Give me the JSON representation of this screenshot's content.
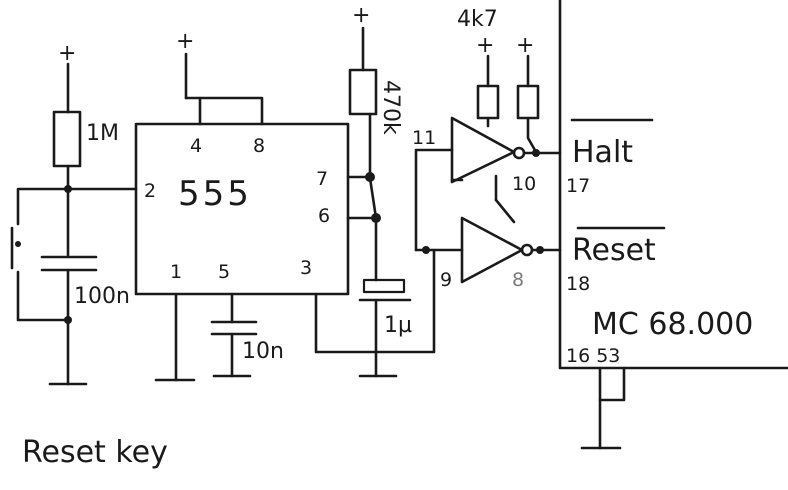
{
  "ic555": {
    "name": "555",
    "pins": {
      "p1": "1",
      "p2": "2",
      "p3": "3",
      "p4": "4",
      "p5": "5",
      "p6": "6",
      "p7": "7",
      "p8": "8"
    }
  },
  "supply": {
    "plus": "+"
  },
  "components": {
    "r1": "1M",
    "r2": "470k",
    "r_pullup": "4k7",
    "c1": "100n",
    "c2": "10n",
    "c3": "1µ"
  },
  "gates": {
    "in_top": "11",
    "out_top": "10",
    "in_bottom": "9",
    "out_bottom": "8"
  },
  "cpu": {
    "name": "MC 68.000",
    "halt": "Halt",
    "halt_pin": "17",
    "reset": "Reset",
    "reset_pin": "18",
    "gnd_pins": "16 53"
  },
  "caption": "Reset key"
}
